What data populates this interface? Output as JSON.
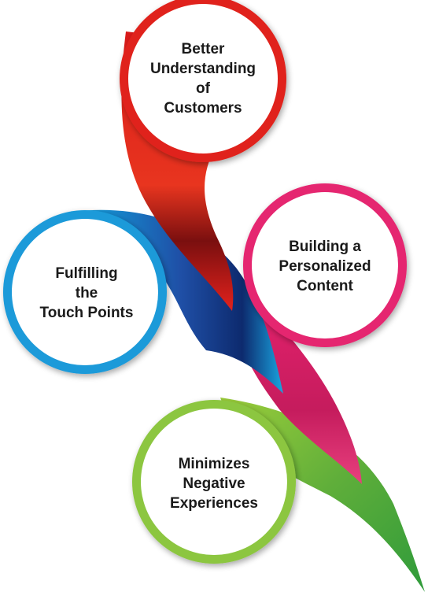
{
  "nodes": [
    {
      "id": "red",
      "color": "#e0231b",
      "lines": [
        "Better",
        "Understanding",
        "of",
        "Customers"
      ]
    },
    {
      "id": "blue",
      "color": "#1a9ad9",
      "lines": [
        "Fulfilling",
        "the",
        "Touch Points"
      ]
    },
    {
      "id": "pink",
      "color": "#e5256f",
      "lines": [
        "Building a",
        "Personalized",
        "Content"
      ]
    },
    {
      "id": "green",
      "color": "#8cc63f",
      "lines": [
        "Minimizes",
        "Negative",
        "Experiences"
      ]
    }
  ]
}
